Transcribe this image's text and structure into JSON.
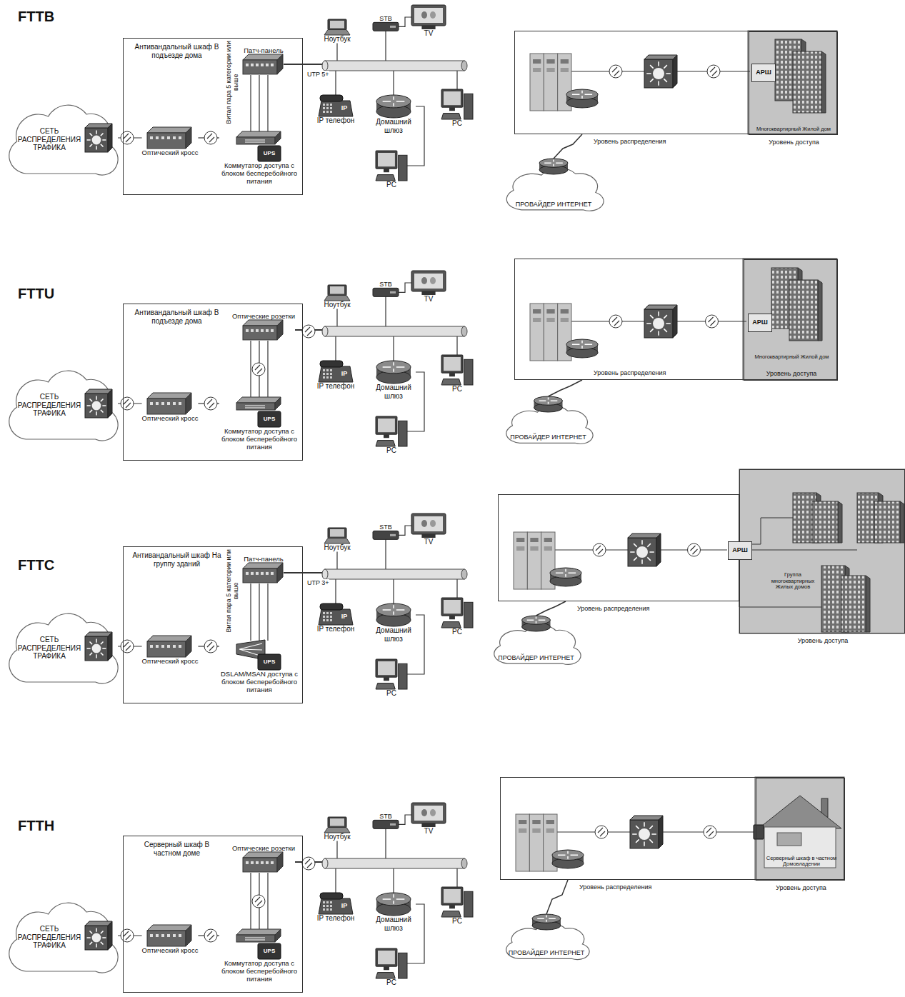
{
  "diagram": {
    "nodes": [
      {
        "text": [
          "Антивандальный шкаф В подъезде дома"
        ]
      },
      {
        "text": [
          "СЕТЬ РАСПРЕДЕЛЕНИЯ ТРАФИКА"
        ]
      },
      {
        "text": [
          "Оптический кросс"
        ],
        "in": 0
      },
      {
        "text": [
          "Патч-панель"
        ],
        "in": 0
      },
      {
        "text": [
          "Коммутатор доступа с блоком бесперебойного питания"
        ],
        "in": 0
      },
      {
        "text": [
          "Ноутбук"
        ]
      },
      {
        "text": [
          "STB"
        ]
      },
      {
        "text": [
          "TV"
        ]
      },
      {
        "text": [
          "IP телефон"
        ]
      },
      {
        "text": [
          "Домашний шлюз"
        ]
      },
      {
        "text": [
          "PC"
        ]
      },
      {
        "text": [
          "PC"
        ]
      },
      {
        "text": [
          "Уровень распределения"
        ]
      },
      {
        "text": [
          "Уровень доступа"
        ],
        "in": 12
      },
      {
        "text": [
          "Многоквартирный Жилой дом"
        ],
        "in": 13
      },
      {
        "text": [
          "ПРОВАЙДЕР ИНТЕРНЕТ"
        ]
      },
      {
        "text": [
          "АРШ"
        ],
        "in": 13
      },
      {
        "text": [
          "Антивандальный шкаф В подъезде дома"
        ]
      },
      {
        "text": [
          "СЕТЬ РАСПРЕДЕЛЕНИЯ ТРАФИКА"
        ]
      },
      {
        "text": [
          "Оптический кросс"
        ],
        "in": 17
      },
      {
        "text": [
          "Оптические розетки"
        ],
        "in": 17
      },
      {
        "text": [
          "Коммутатор доступа с блоком бесперебойного питания"
        ],
        "in": 17
      },
      {
        "text": [
          "Ноутбук"
        ]
      },
      {
        "text": [
          "STB"
        ]
      },
      {
        "text": [
          "TV"
        ]
      },
      {
        "text": [
          "IP телефон"
        ]
      },
      {
        "text": [
          "Домашний шлюз"
        ]
      },
      {
        "text": [
          "PC"
        ]
      },
      {
        "text": [
          "PC"
        ]
      },
      {
        "text": [
          "Уровень распределения"
        ]
      },
      {
        "text": [
          "Уровень доступа"
        ],
        "in": 29
      },
      {
        "text": [
          "Многоквартирный Жилой дом"
        ],
        "in": 30
      },
      {
        "text": [
          "ПРОВАЙДЕР ИНТЕРНЕТ"
        ]
      },
      {
        "text": [
          "АРШ"
        ],
        "in": 30
      },
      {
        "text": [
          "Антивандальный шкаф На группу зданий"
        ]
      },
      {
        "text": [
          "СЕТЬ РАСПРЕДЕЛЕНИЯ ТРАФИКА"
        ]
      },
      {
        "text": [
          "Оптический кросс"
        ],
        "in": 34
      },
      {
        "text": [
          "Патч-панель"
        ],
        "in": 34
      },
      {
        "text": [
          "DSLAM/MSAN доступа с блоком бесперебойного питания"
        ],
        "in": 34
      },
      {
        "text": [
          "Ноутбук"
        ]
      },
      {
        "text": [
          "STB"
        ]
      },
      {
        "text": [
          "TV"
        ]
      },
      {
        "text": [
          "IP телефон"
        ]
      },
      {
        "text": [
          "Домашний шлюз"
        ]
      },
      {
        "text": [
          "PC"
        ]
      },
      {
        "text": [
          "PC"
        ]
      },
      {
        "text": [
          "Уровень распределения"
        ]
      },
      {
        "text": [
          "Уровень доступа"
        ]
      },
      {
        "text": [
          "Группа многоквартирных Жилых домов"
        ],
        "in": 47
      },
      {
        "text": [
          "ПРОВАЙДЕР ИНТЕРНЕТ"
        ]
      },
      {
        "text": [
          "АРШ"
        ],
        "in": 47
      },
      {
        "text": [
          "Серверный шкаф В частном доме"
        ]
      },
      {
        "text": [
          "СЕТЬ РАСПРЕДЕЛЕНИЯ ТРАФИКА"
        ]
      },
      {
        "text": [
          "Оптический кросс"
        ],
        "in": 51
      },
      {
        "text": [
          "Оптические розетки"
        ],
        "in": 51
      },
      {
        "text": [
          "Коммутатор доступа с блоком бесперебойного питания"
        ],
        "in": 51
      },
      {
        "text": [
          "Ноутбук"
        ]
      },
      {
        "text": [
          "STB"
        ]
      },
      {
        "text": [
          "TV"
        ]
      },
      {
        "text": [
          "IP телефон"
        ]
      },
      {
        "text": [
          "Домашний шлюз"
        ]
      },
      {
        "text": [
          "PC"
        ]
      },
      {
        "text": [
          "PC"
        ]
      },
      {
        "text": [
          "Уровень распределения"
        ]
      },
      {
        "text": [
          "Уровень доступа"
        ],
        "in": 63
      },
      {
        "text": [
          "Серверный шкаф в частном Домовладении"
        ],
        "in": 64
      },
      {
        "text": [
          "ПРОВАЙДЕР ИНТЕРНЕТ"
        ]
      }
    ],
    "edges": [
      {
        "from": 1,
        "to": 2,
        "arrow": "none"
      },
      {
        "from": 2,
        "to": 4,
        "arrow": "none"
      },
      {
        "from": 4,
        "to": 3,
        "arrow": "none"
      },
      {
        "from": 3,
        "to": 5,
        "arrow": "none",
        "label": "UTP 5+"
      },
      {
        "from": 3,
        "to": 6,
        "arrow": "none"
      },
      {
        "from": 3,
        "to": 8,
        "arrow": "none"
      },
      {
        "from": 3,
        "to": 9,
        "arrow": "none"
      },
      {
        "from": 3,
        "to": 10,
        "arrow": "none"
      },
      {
        "from": 6,
        "to": 7,
        "arrow": "none"
      },
      {
        "from": 9,
        "to": 11,
        "arrow": "none"
      },
      {
        "from": 15,
        "to": 12,
        "arrow": "none"
      },
      {
        "from": 18,
        "to": 19,
        "arrow": "none"
      },
      {
        "from": 19,
        "to": 21,
        "arrow": "none"
      },
      {
        "from": 21,
        "to": 20,
        "arrow": "none"
      },
      {
        "from": 20,
        "to": 22,
        "arrow": "none"
      },
      {
        "from": 20,
        "to": 23,
        "arrow": "none"
      },
      {
        "from": 20,
        "to": 25,
        "arrow": "none"
      },
      {
        "from": 20,
        "to": 26,
        "arrow": "none"
      },
      {
        "from": 20,
        "to": 27,
        "arrow": "none"
      },
      {
        "from": 23,
        "to": 24,
        "arrow": "none"
      },
      {
        "from": 26,
        "to": 28,
        "arrow": "none"
      },
      {
        "from": 32,
        "to": 29,
        "arrow": "none"
      },
      {
        "from": 35,
        "to": 36,
        "arrow": "none"
      },
      {
        "from": 36,
        "to": 38,
        "arrow": "none"
      },
      {
        "from": 38,
        "to": 37,
        "arrow": "none"
      },
      {
        "from": 37,
        "to": 39,
        "arrow": "none",
        "label": "UTP 3+"
      },
      {
        "from": 37,
        "to": 40,
        "arrow": "none"
      },
      {
        "from": 37,
        "to": 42,
        "arrow": "none"
      },
      {
        "from": 37,
        "to": 43,
        "arrow": "none"
      },
      {
        "from": 37,
        "to": 44,
        "arrow": "none"
      },
      {
        "from": 40,
        "to": 41,
        "arrow": "none"
      },
      {
        "from": 43,
        "to": 45,
        "arrow": "none"
      },
      {
        "from": 49,
        "to": 46,
        "arrow": "none"
      },
      {
        "from": 52,
        "to": 53,
        "arrow": "none"
      },
      {
        "from": 53,
        "to": 55,
        "arrow": "none"
      },
      {
        "from": 55,
        "to": 54,
        "arrow": "none"
      },
      {
        "from": 54,
        "to": 56,
        "arrow": "none"
      },
      {
        "from": 54,
        "to": 57,
        "arrow": "none"
      },
      {
        "from": 54,
        "to": 59,
        "arrow": "none"
      },
      {
        "from": 54,
        "to": 60,
        "arrow": "none"
      },
      {
        "from": 54,
        "to": 61,
        "arrow": "none"
      },
      {
        "from": 57,
        "to": 58,
        "arrow": "none"
      },
      {
        "from": 60,
        "to": 62,
        "arrow": "none"
      },
      {
        "from": 66,
        "to": 63,
        "arrow": "none"
      }
    ],
    "labels": [
      "FTTB",
      "UPS",
      "Витая пара 5 категории или выше",
      "IP",
      "FTTU",
      "UPS",
      "IP",
      "FTTC",
      "UPS",
      "Витая пара 5 категории или выше",
      "IP",
      "FTTH",
      "UPS",
      "IP"
    ]
  }
}
